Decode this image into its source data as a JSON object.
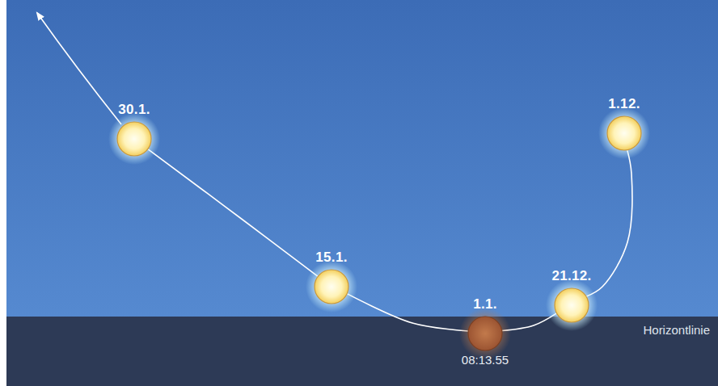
{
  "diagram": {
    "nodes": [
      {
        "text": [
          "1.12."
        ]
      },
      {
        "text": [
          "21.12."
        ]
      },
      {
        "text": [
          "1.1.",
          "08:13.55"
        ]
      },
      {
        "text": [
          "15.1."
        ]
      },
      {
        "text": [
          "30.1."
        ]
      }
    ],
    "edges": [
      {
        "from": 0,
        "to": 1,
        "arrow": "none"
      },
      {
        "from": 1,
        "to": 2,
        "arrow": "none"
      },
      {
        "from": 2,
        "to": 3,
        "arrow": "none"
      },
      {
        "from": 3,
        "to": 4,
        "arrow": "none"
      }
    ],
    "labels": [
      "Horizontlinie"
    ]
  }
}
